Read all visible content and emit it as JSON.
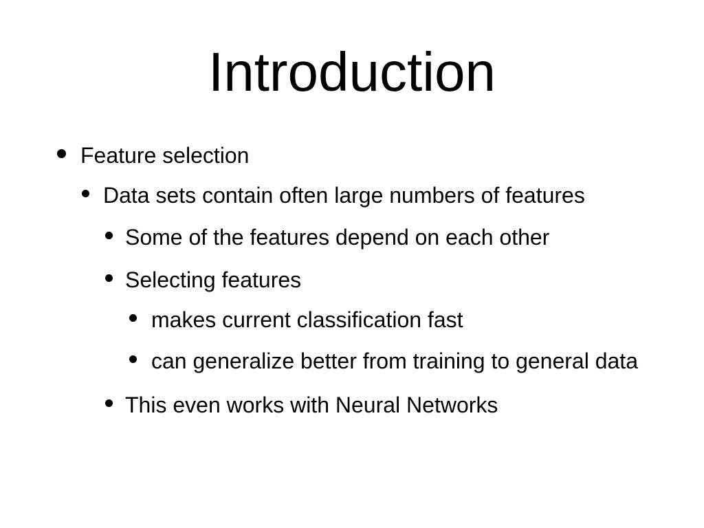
{
  "slide": {
    "title": "Introduction",
    "colors": {
      "background": "#ffffff",
      "text": "#000000",
      "bullet": "#000000"
    },
    "bullets": [
      {
        "level": 1,
        "text": "Feature selection"
      },
      {
        "level": 2,
        "text": "Data sets contain often large numbers of features"
      },
      {
        "level": 3,
        "text": "Some of the features depend on each other"
      },
      {
        "level": 3,
        "text": "Selecting features"
      },
      {
        "level": 4,
        "text": "makes current classification fast"
      },
      {
        "level": 4,
        "text": "can generalize better from training to general data"
      },
      {
        "level": 3,
        "text": "This even works with Neural Networks"
      }
    ]
  }
}
